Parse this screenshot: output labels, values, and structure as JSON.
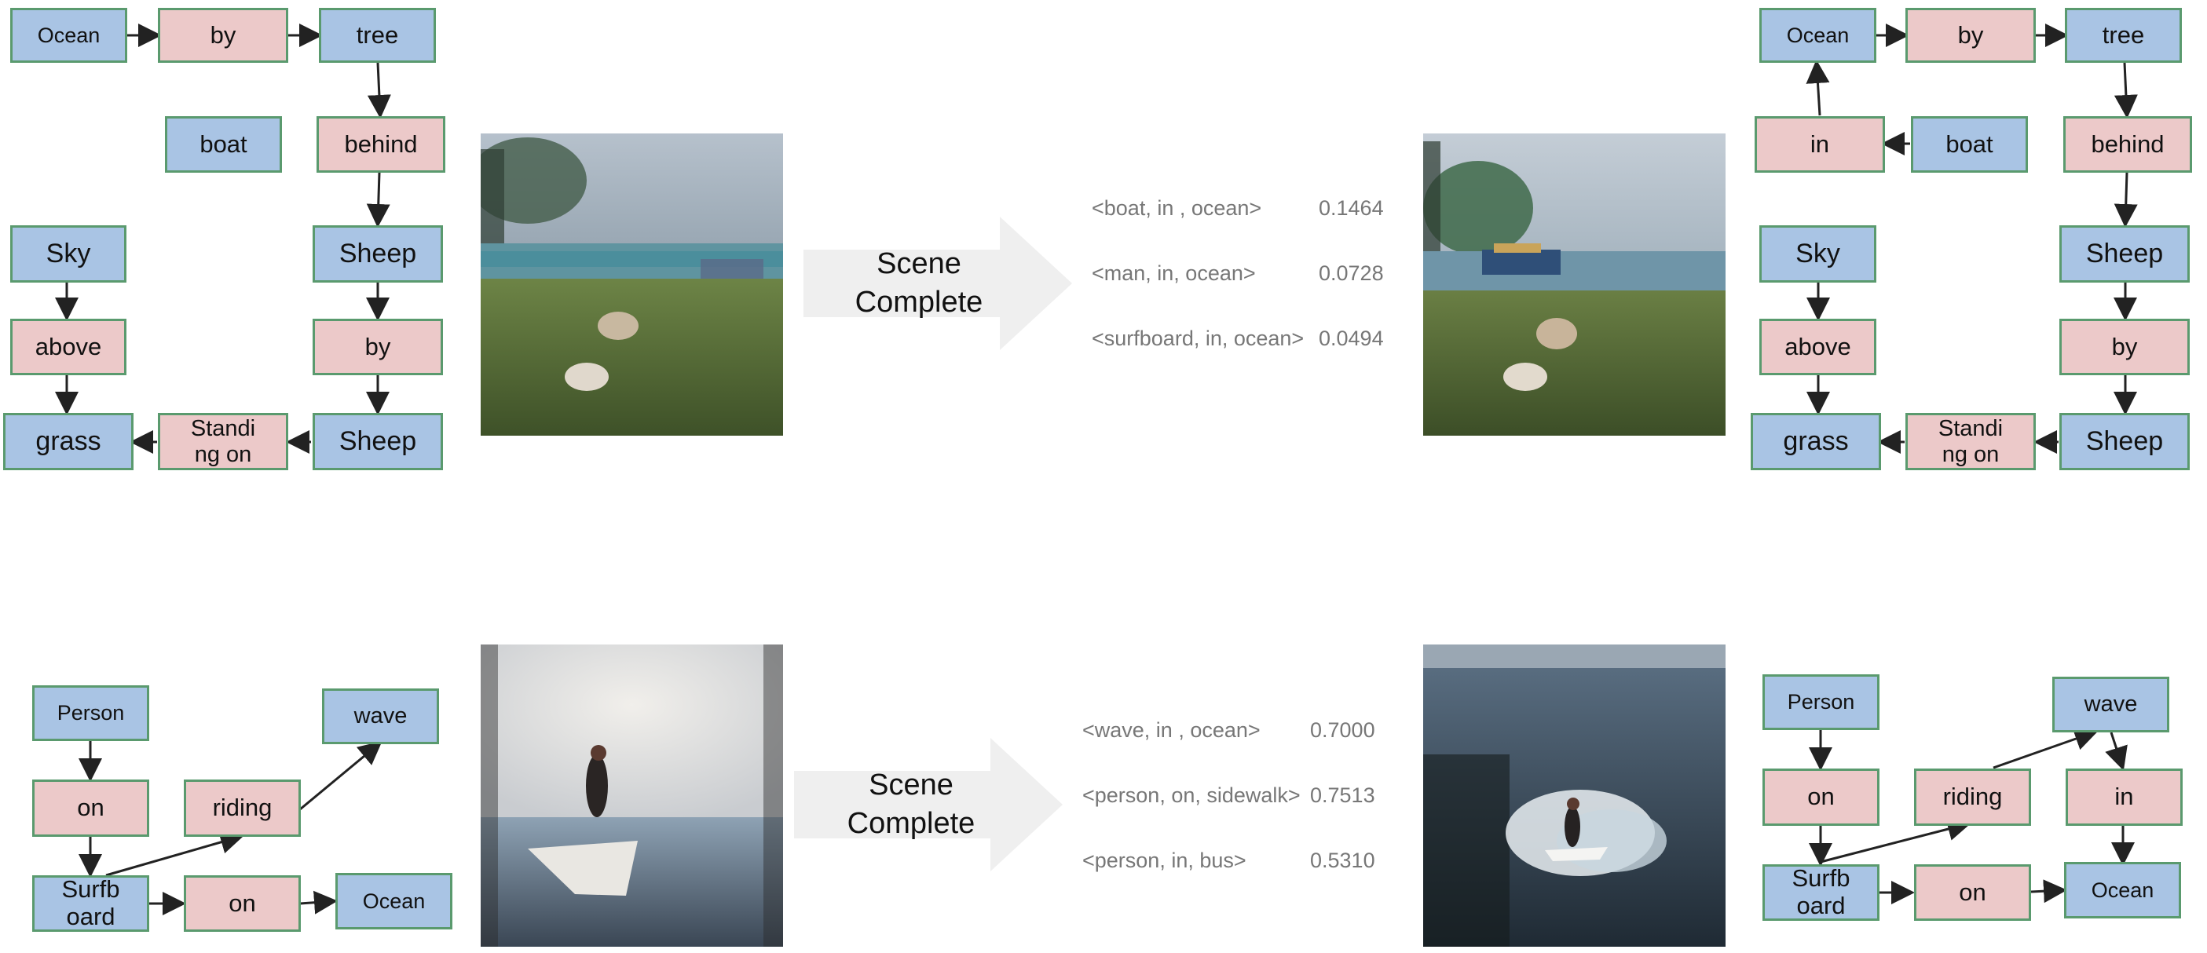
{
  "colors": {
    "object": "#a9c4e4",
    "relation": "#ecc9c9",
    "border": "#5a9a6e",
    "big_arrow": "#efefef"
  },
  "top": {
    "left_graph": {
      "ocean": "Ocean",
      "by1": "by",
      "tree": "tree",
      "boat": "boat",
      "behind": "behind",
      "sky": "Sky",
      "sheep1": "Sheep",
      "above": "above",
      "by2": "by",
      "grass": "grass",
      "standing_on": "Standi\nng on",
      "sheep2": "Sheep"
    },
    "arrow_label": "Scene\nComplete",
    "triples": [
      {
        "text": "<boat, in , ocean>",
        "score": "0.1464"
      },
      {
        "text": "<man, in, ocean>",
        "score": "0.0728"
      },
      {
        "text": "<surfboard, in, ocean>",
        "score": "0.0494"
      }
    ],
    "right_graph": {
      "ocean": "Ocean",
      "by1": "by",
      "tree": "tree",
      "in": "in",
      "boat": "boat",
      "behind": "behind",
      "sky": "Sky",
      "sheep1": "Sheep",
      "above": "above",
      "by2": "by",
      "grass": "grass",
      "standing_on": "Standi\nng on",
      "sheep2": "Sheep"
    }
  },
  "bottom": {
    "left_graph": {
      "person": "Person",
      "wave": "wave",
      "on1": "on",
      "riding": "riding",
      "surfboard": "Surfb\noard",
      "on2": "on",
      "ocean": "Ocean"
    },
    "arrow_label": "Scene\nComplete",
    "triples": [
      {
        "text": "<wave, in , ocean>",
        "score": "0.7000"
      },
      {
        "text": "<person, on, sidewalk>",
        "score": "0.7513"
      },
      {
        "text": "<person, in, bus>",
        "score": "0.5310"
      }
    ],
    "right_graph": {
      "person": "Person",
      "wave": "wave",
      "on1": "on",
      "riding": "riding",
      "in": "in",
      "surfboard": "Surfb\noard",
      "on2": "on",
      "ocean": "Ocean"
    }
  }
}
